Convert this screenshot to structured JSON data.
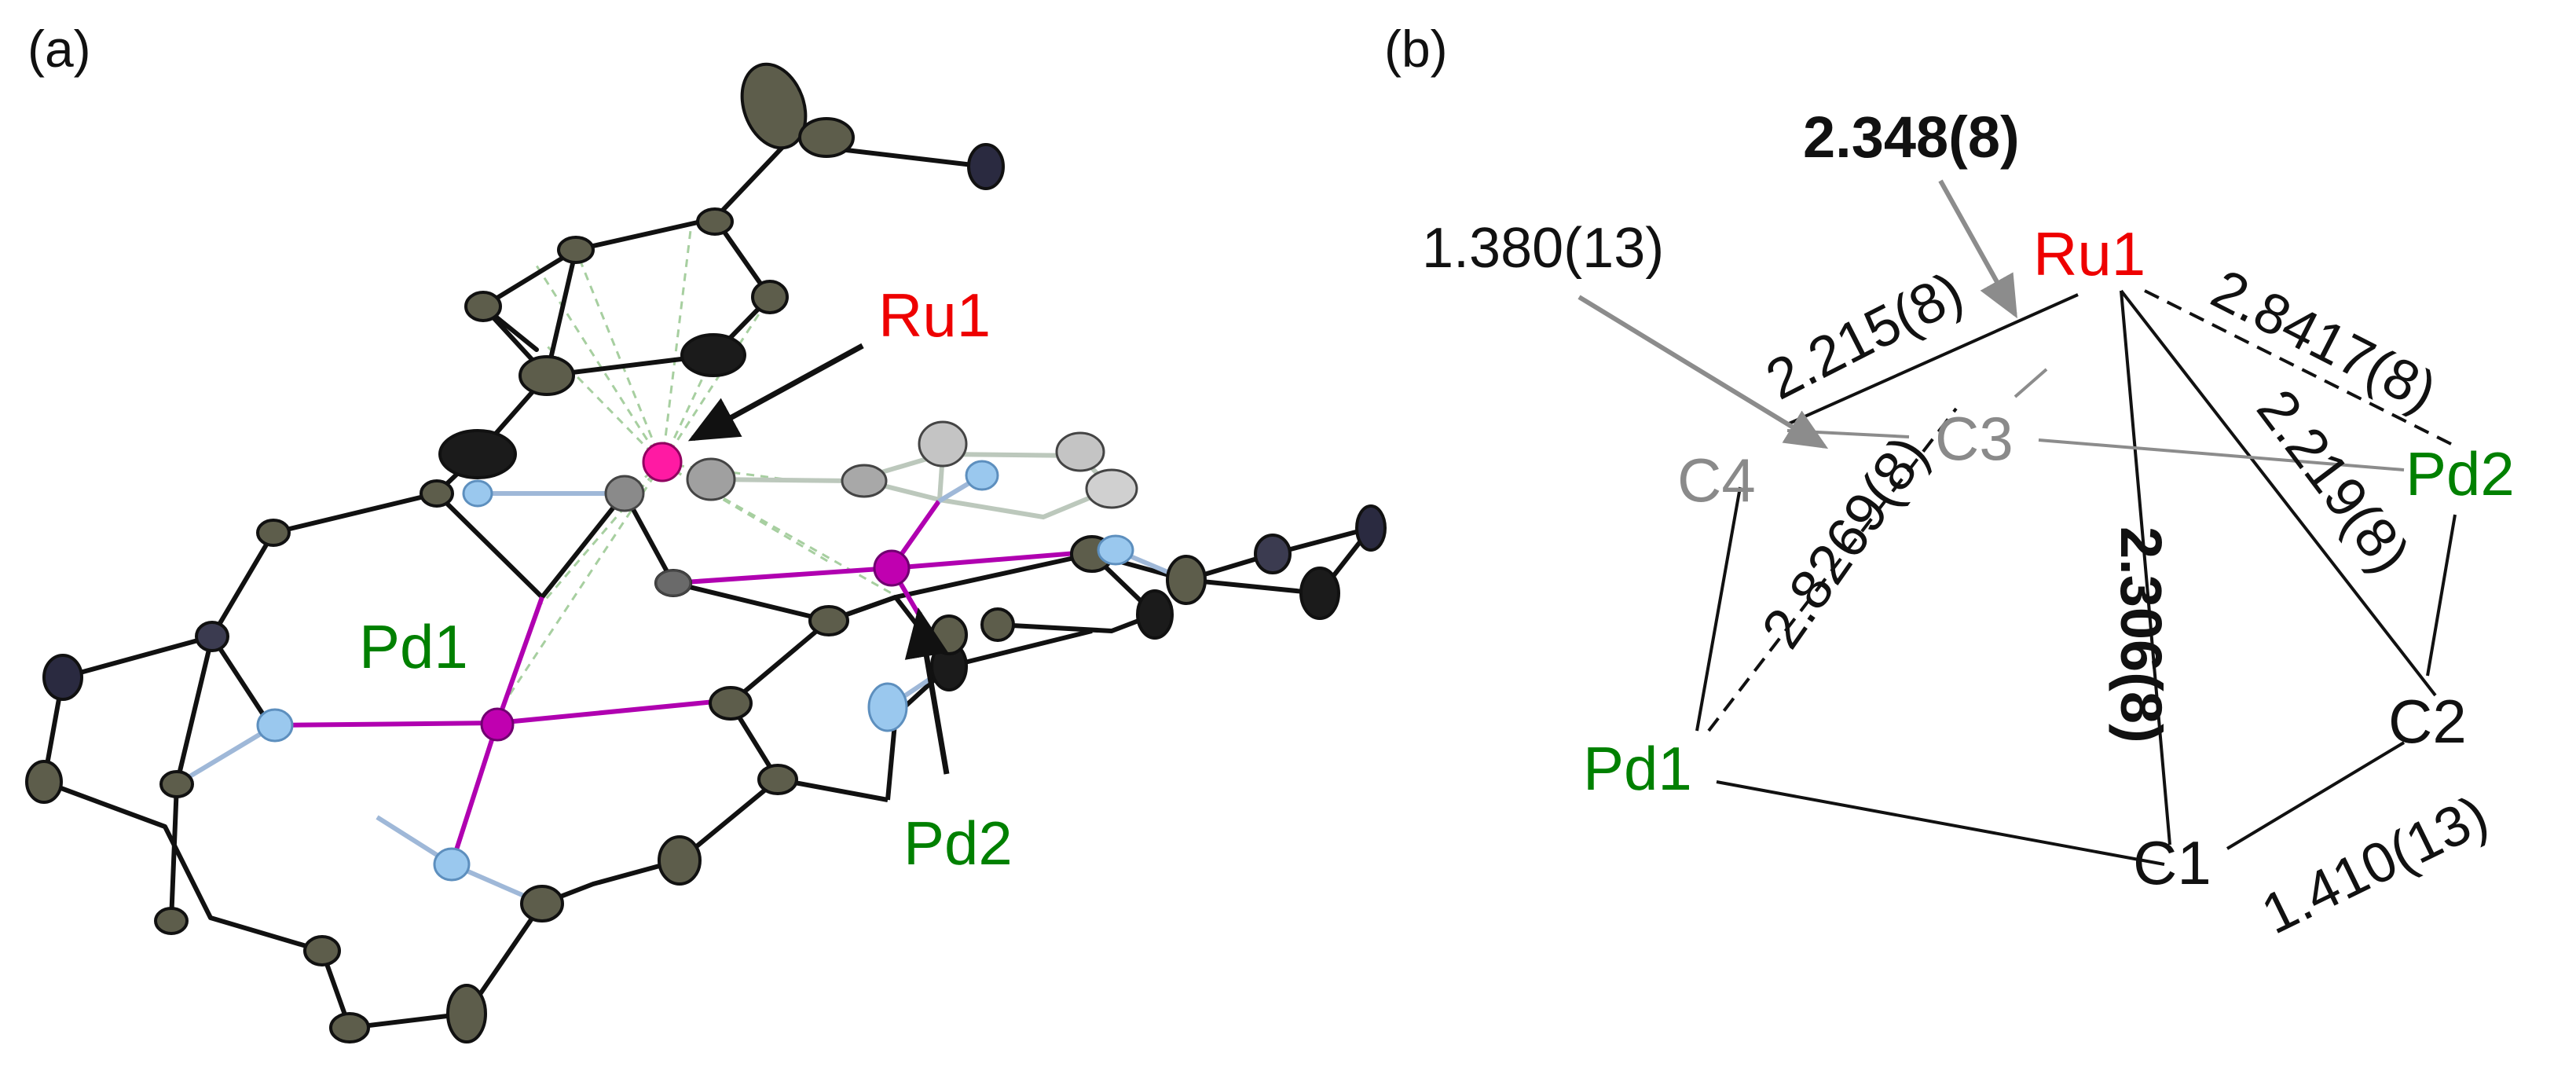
{
  "panel_a": {
    "label": "(a)",
    "ru_label": "Ru1",
    "pd1_label": "Pd1",
    "pd2_label": "Pd2"
  },
  "panel_b": {
    "label": "(b)",
    "atoms": {
      "ru1": "Ru1",
      "pd1": "Pd1",
      "pd2": "Pd2",
      "c1": "C1",
      "c2": "C2",
      "c3": "C3",
      "c4": "C4"
    },
    "distances": {
      "ru1_c3": "2.348(8)",
      "c3_c4": "1.380(13)",
      "ru1_c4": "2.215(8)",
      "ru1_pd1": "2.8269(8)",
      "ru1_pd2": "2.8417(8)",
      "ru1_c2": "2.219(8)",
      "ru1_c1": "2.306(8)",
      "c1_c2": "1.410(13)"
    }
  },
  "colors": {
    "ru": "#ee0000",
    "pd": "#008000",
    "carbon_fg": "#111111",
    "carbon_bg": "#8a8a8a",
    "arrow": "#8c8c8c",
    "metal_atom": "#cc0099",
    "ru_atom": "#ff1aa3",
    "nitrogen": "#8ec4ee"
  }
}
